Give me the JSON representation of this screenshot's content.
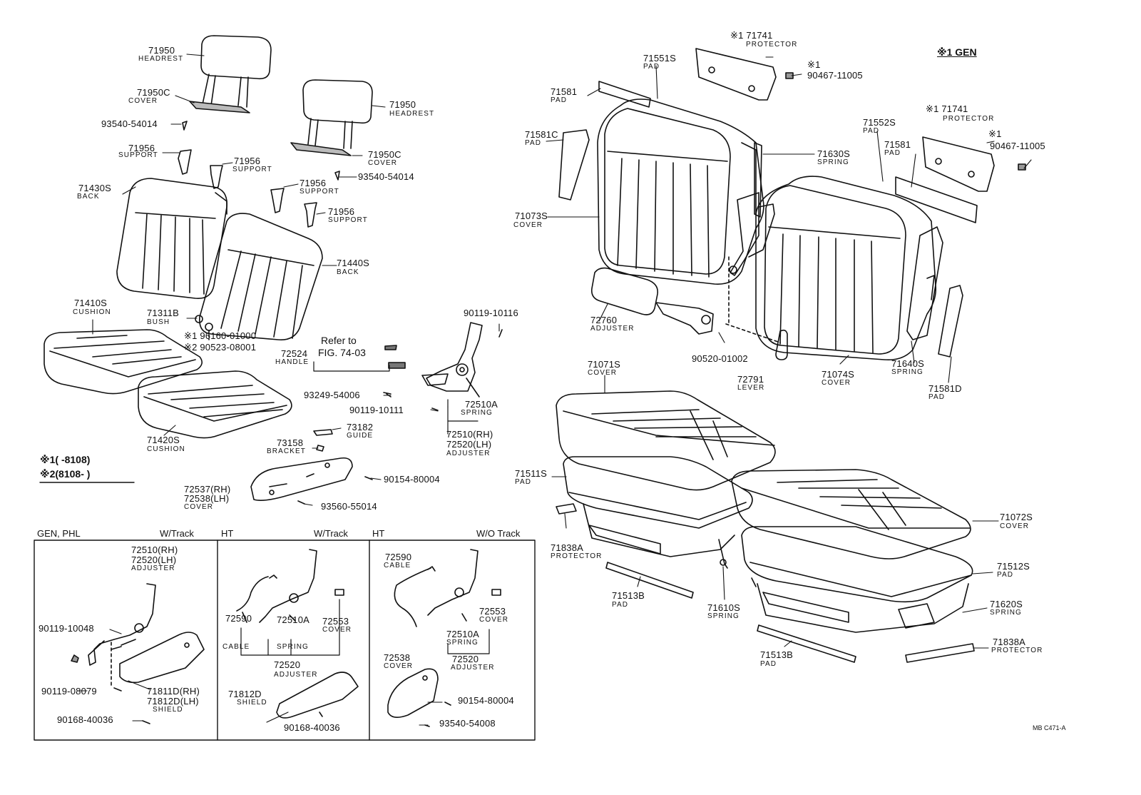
{
  "notes": {
    "gen_key": "※1 GEN",
    "code_1": "※1(      -8108)",
    "code_2": "※2(8108-       )",
    "drawing_code": "MB C471-A",
    "refer_line1": "Refer to",
    "refer_line2": "FIG. 74-03"
  },
  "boxes": {
    "box1_left": "GEN, PHL",
    "box1_right": "W/Track",
    "box2_left": "HT",
    "box2_right": "W/Track",
    "box3_left": "HT",
    "box3_right": "W/O Track"
  },
  "callouts": [
    {
      "pn": "71950",
      "name": "HEADREST"
    },
    {
      "pn": "71950C",
      "name": "COVER"
    },
    {
      "pn": "93540-54014",
      "name": ""
    },
    {
      "pn": "71956",
      "name": "SUPPORT"
    },
    {
      "pn": "71956",
      "name": "SUPPORT"
    },
    {
      "pn": "71430S",
      "name": "BACK"
    },
    {
      "pn": "71950",
      "name": "HEADREST"
    },
    {
      "pn": "71950C",
      "name": "COVER"
    },
    {
      "pn": "93540-54014",
      "name": ""
    },
    {
      "pn": "71956",
      "name": "SUPPORT"
    },
    {
      "pn": "71956",
      "name": "SUPPORT"
    },
    {
      "pn": "71440S",
      "name": "BACK"
    },
    {
      "pn": "71410S",
      "name": "CUSHION"
    },
    {
      "pn": "71311B",
      "name": "BUSH"
    },
    {
      "pn": "※1 96160-01000",
      "name": ""
    },
    {
      "pn": "※2 90523-08001",
      "name": ""
    },
    {
      "pn": "72524",
      "name": "HANDLE"
    },
    {
      "pn": "93249-54006",
      "name": ""
    },
    {
      "pn": "90119-10116",
      "name": ""
    },
    {
      "pn": "90119-10111",
      "name": ""
    },
    {
      "pn": "72510A",
      "name": "SPRING"
    },
    {
      "pn": "72510(RH)",
      "name": ""
    },
    {
      "pn": "72520(LH)",
      "name": "ADJUSTER"
    },
    {
      "pn": "73182",
      "name": "GUIDE"
    },
    {
      "pn": "73158",
      "name": "BRACKET"
    },
    {
      "pn": "71420S",
      "name": "CUSHION"
    },
    {
      "pn": "90154-80004",
      "name": ""
    },
    {
      "pn": "72537(RH)",
      "name": ""
    },
    {
      "pn": "72538(LH)",
      "name": "COVER"
    },
    {
      "pn": "93560-55014",
      "name": ""
    },
    {
      "pn": "※1 71741",
      "name": "PROTECTOR"
    },
    {
      "pn": "※1",
      "name": ""
    },
    {
      "pn": "90467-11005",
      "name": ""
    },
    {
      "pn": "71551S",
      "name": "PAD"
    },
    {
      "pn": "71581",
      "name": "PAD"
    },
    {
      "pn": "71581C",
      "name": "PAD"
    },
    {
      "pn": "71630S",
      "name": "SPRING"
    },
    {
      "pn": "71073S",
      "name": "COVER"
    },
    {
      "pn": "※1 71741",
      "name": "PROTECTOR"
    },
    {
      "pn": "※1",
      "name": ""
    },
    {
      "pn": "90467-11005",
      "name": ""
    },
    {
      "pn": "71552S",
      "name": "PAD"
    },
    {
      "pn": "71581",
      "name": "PAD"
    },
    {
      "pn": "72760",
      "name": "ADJUSTER"
    },
    {
      "pn": "90520-01002",
      "name": ""
    },
    {
      "pn": "72791",
      "name": "LEVER"
    },
    {
      "pn": "71074S",
      "name": "COVER"
    },
    {
      "pn": "71640S",
      "name": "SPRING"
    },
    {
      "pn": "71581D",
      "name": "PAD"
    },
    {
      "pn": "71071S",
      "name": "COVER"
    },
    {
      "pn": "71511S",
      "name": "PAD"
    },
    {
      "pn": "71838A",
      "name": "PROTECTOR"
    },
    {
      "pn": "71072S",
      "name": "COVER"
    },
    {
      "pn": "71512S",
      "name": "PAD"
    },
    {
      "pn": "71513B",
      "name": "PAD"
    },
    {
      "pn": "71610S",
      "name": "SPRING"
    },
    {
      "pn": "71620S",
      "name": "SPRING"
    },
    {
      "pn": "71513B",
      "name": "PAD"
    },
    {
      "pn": "71838A",
      "name": "PROTECTOR"
    },
    {
      "pn": "72510(RH)",
      "name": ""
    },
    {
      "pn": "72520(LH)",
      "name": "ADJUSTER"
    },
    {
      "pn": "90119-10048",
      "name": ""
    },
    {
      "pn": "90119-08079",
      "name": ""
    },
    {
      "pn": "71811D(RH)",
      "name": ""
    },
    {
      "pn": "71812D(LH)",
      "name": "SHIELD"
    },
    {
      "pn": "90168-40036",
      "name": ""
    },
    {
      "pn": "72590",
      "name": "CABLE"
    },
    {
      "pn": "72510A",
      "name": "SPRING"
    },
    {
      "pn": "72553",
      "name": "COVER"
    },
    {
      "pn": "72520",
      "name": "ADJUSTER"
    },
    {
      "pn": "71812D",
      "name": "SHIELD"
    },
    {
      "pn": "90168-40036",
      "name": ""
    },
    {
      "pn": "72590",
      "name": "CABLE"
    },
    {
      "pn": "72553",
      "name": "COVER"
    },
    {
      "pn": "72510A",
      "name": "SPRING"
    },
    {
      "pn": "72520",
      "name": "ADJUSTER"
    },
    {
      "pn": "72538",
      "name": "COVER"
    },
    {
      "pn": "90154-80004",
      "name": ""
    },
    {
      "pn": "93540-54008",
      "name": ""
    }
  ]
}
